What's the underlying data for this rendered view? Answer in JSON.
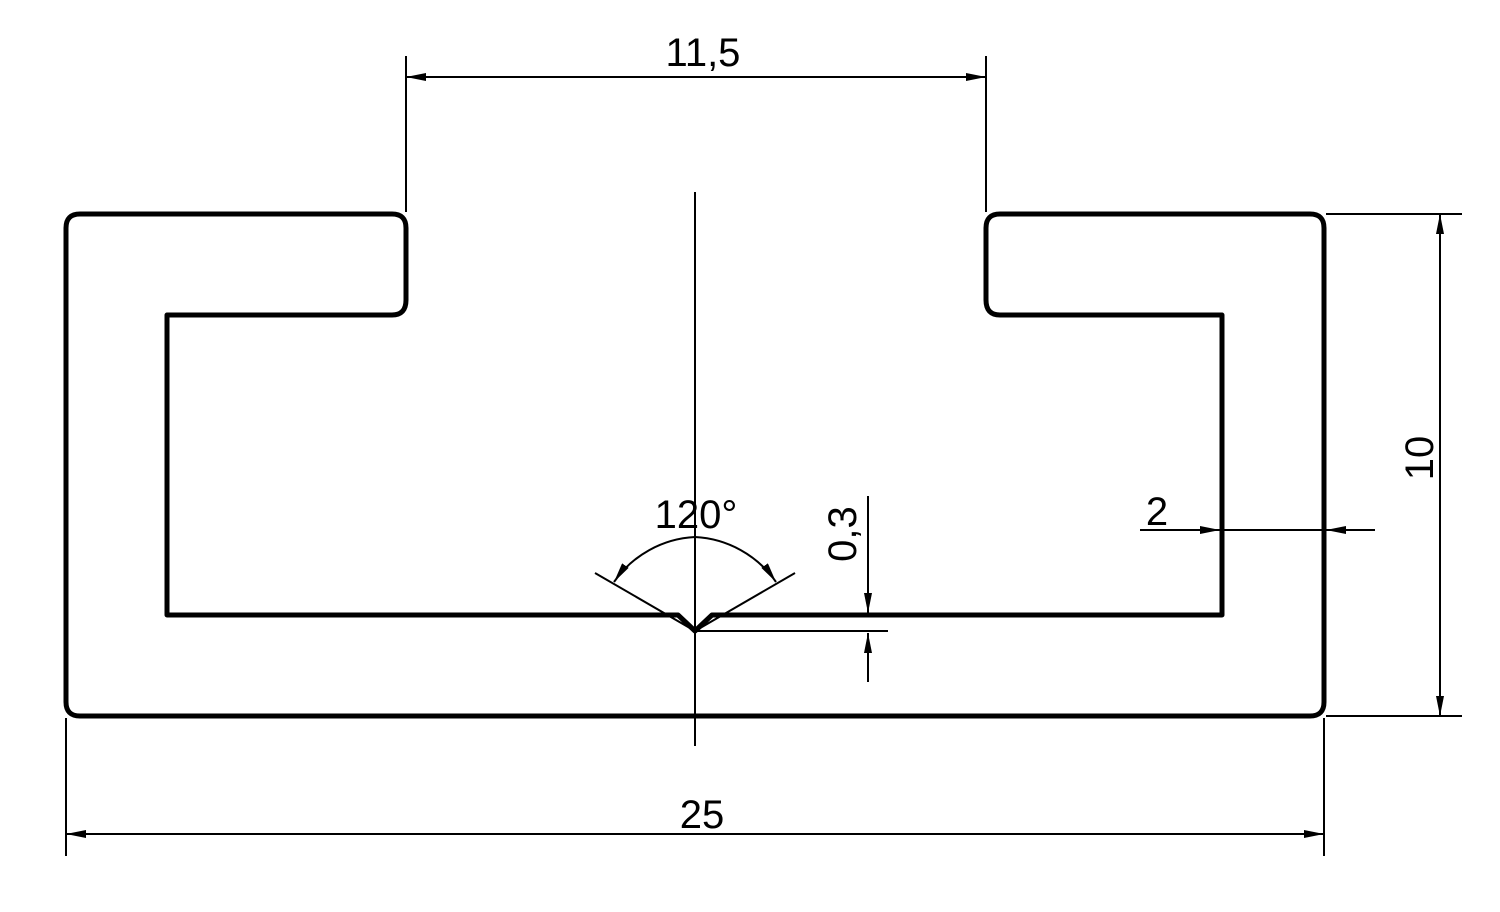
{
  "drawing": {
    "type": "C-profile cross-section technical drawing",
    "stroke_color": "#000000",
    "background": "#ffffff"
  },
  "dimensions": {
    "opening_width": "11,5",
    "total_width": "25",
    "total_height": "10",
    "wall_thickness": "2",
    "groove_angle": "120°",
    "groove_depth": "0,3"
  }
}
